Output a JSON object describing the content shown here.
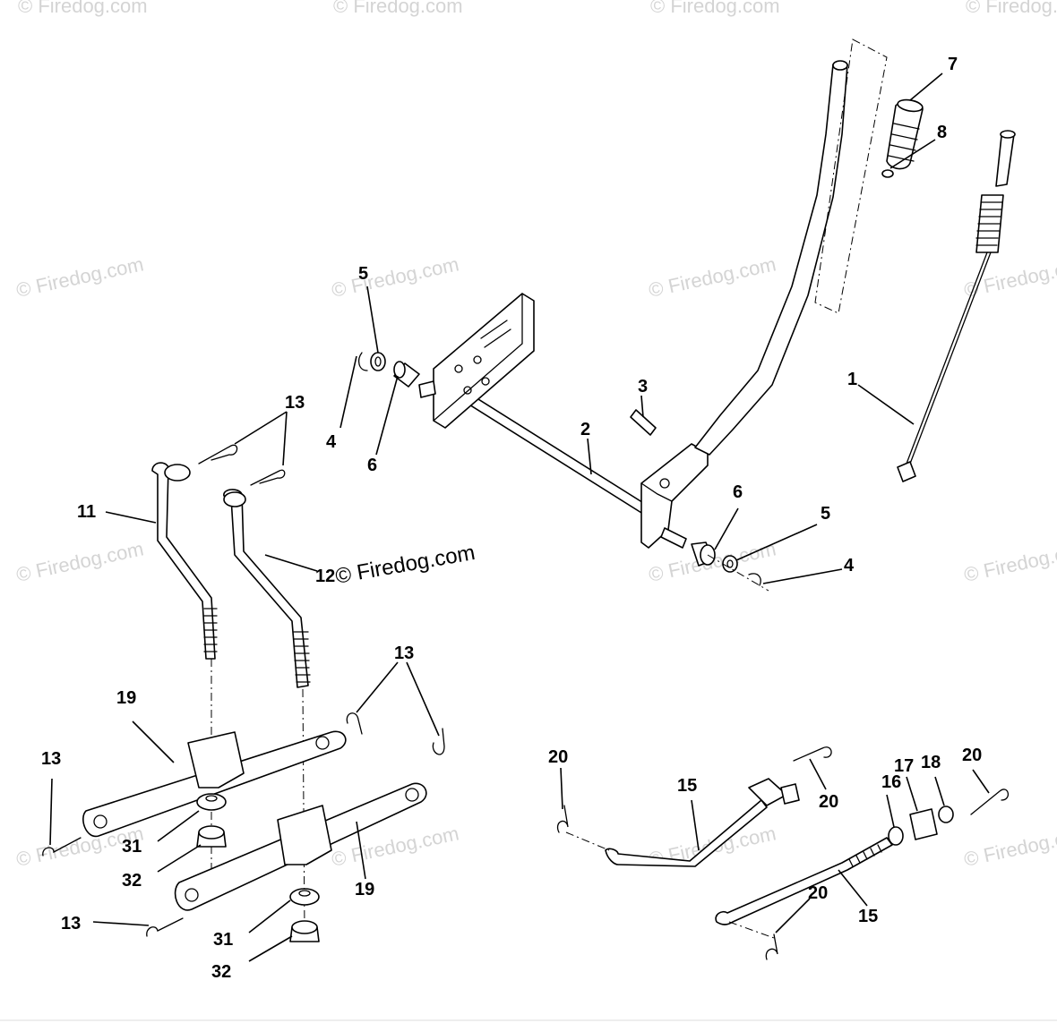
{
  "watermark": "© Firedog.com",
  "callouts": [
    {
      "id": "c1",
      "text": "1"
    },
    {
      "id": "c2",
      "text": "2"
    },
    {
      "id": "c3",
      "text": "3"
    },
    {
      "id": "c4a",
      "text": "4"
    },
    {
      "id": "c4b",
      "text": "4"
    },
    {
      "id": "c5a",
      "text": "5"
    },
    {
      "id": "c5b",
      "text": "5"
    },
    {
      "id": "c6a",
      "text": "6"
    },
    {
      "id": "c6b",
      "text": "6"
    },
    {
      "id": "c7",
      "text": "7"
    },
    {
      "id": "c8",
      "text": "8"
    },
    {
      "id": "c11",
      "text": "11"
    },
    {
      "id": "c12",
      "text": "12"
    },
    {
      "id": "c13a",
      "text": "13"
    },
    {
      "id": "c13b",
      "text": "13"
    },
    {
      "id": "c13c",
      "text": "13"
    },
    {
      "id": "c13d",
      "text": "13"
    },
    {
      "id": "c15a",
      "text": "15"
    },
    {
      "id": "c15b",
      "text": "15"
    },
    {
      "id": "c16",
      "text": "16"
    },
    {
      "id": "c17",
      "text": "17"
    },
    {
      "id": "c18",
      "text": "18"
    },
    {
      "id": "c19a",
      "text": "19"
    },
    {
      "id": "c19b",
      "text": "19"
    },
    {
      "id": "c20a",
      "text": "20"
    },
    {
      "id": "c20b",
      "text": "20"
    },
    {
      "id": "c20c",
      "text": "20"
    },
    {
      "id": "c20d",
      "text": "20"
    },
    {
      "id": "c31a",
      "text": "31"
    },
    {
      "id": "c31b",
      "text": "31"
    },
    {
      "id": "c32a",
      "text": "32"
    },
    {
      "id": "c32b",
      "text": "32"
    }
  ]
}
